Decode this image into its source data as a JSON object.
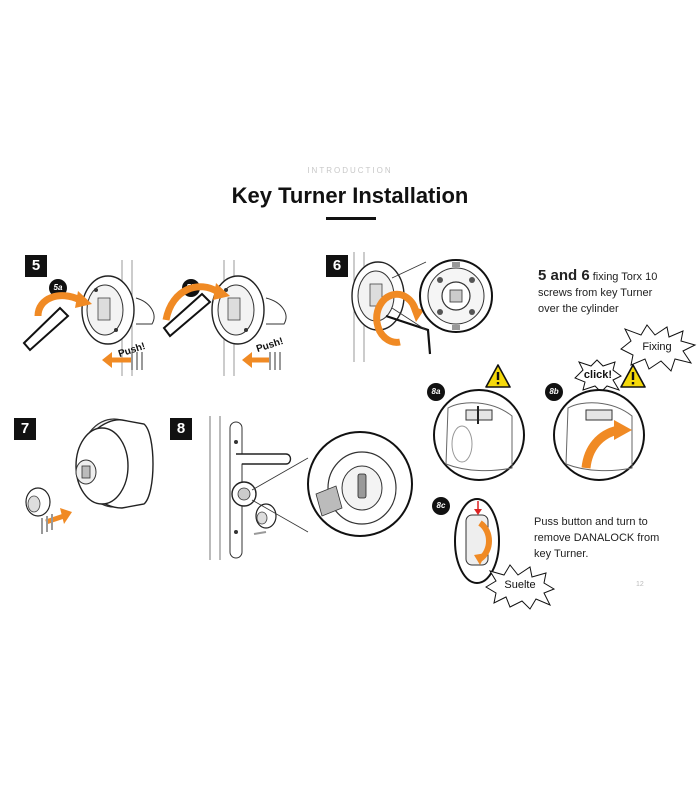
{
  "header": {
    "section": "INTRODUCTION",
    "title": "Key Turner Installation"
  },
  "steps": {
    "s5": "5",
    "s6": "6",
    "s7": "7",
    "s8": "8"
  },
  "badges": {
    "b5a": "5a",
    "b5b": "5b",
    "b8a": "8a",
    "b8b": "8b",
    "b8c": "8c"
  },
  "labels": {
    "push_5a": "Push!",
    "push_5b": "Push!",
    "click": "click!",
    "fixing": "Fixing",
    "suelte": "Suelte"
  },
  "text": {
    "step56_lead": "5 and 6",
    "step56_rest": " fixing Torx 10",
    "step56_line2": "screws from key Turner",
    "step56_line3": "over the cylinder",
    "step8c_line1": "Puss button and turn to",
    "step8c_line2": "remove DANALOCK from",
    "step8c_line3": "key Turner."
  },
  "page_number": "12",
  "colors": {
    "accent_orange": "#f08a24",
    "warning_yellow": "#f5d90a",
    "ink": "#111111"
  }
}
